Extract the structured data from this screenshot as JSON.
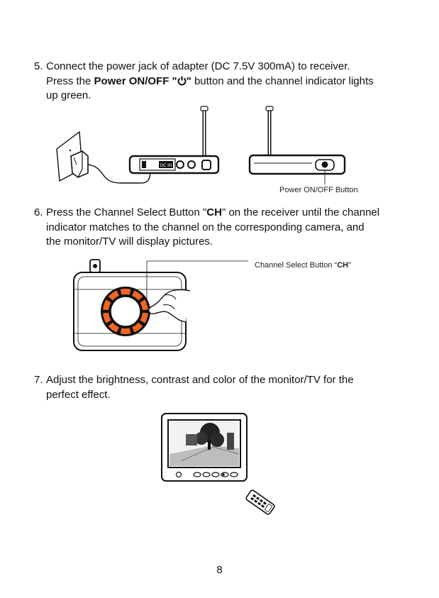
{
  "steps": [
    {
      "number": "5.",
      "line1": "Connect the power jack of adapter (DC 7.5V 300mA) to receiver.",
      "line2_prefix": "Press the ",
      "line2_bold": "Power ON/OFF \"",
      "line2_bold_end": "\"",
      "line2_suffix": " button and the channel indicator lights",
      "line3": "up green."
    },
    {
      "number": "6.",
      "line1_prefix": "Press the Channel Select Button \"",
      "line1_bold": "CH",
      "line1_suffix": "\" on the receiver until the channel",
      "line2": "indicator matches to the channel on the corresponding camera, and",
      "line3": "the monitor/TV will display pictures."
    },
    {
      "number": "7.",
      "line1": "Adjust the brightness, contrast and color of the monitor/TV for the",
      "line2": "perfect effect."
    }
  ],
  "captions": {
    "power_button_prefix": "Power ON/OFF Button",
    "channel_button_prefix": "Channel Select Button “",
    "channel_button_bold": "CH",
    "channel_button_suffix": "\""
  },
  "receiver_labels": {
    "dc_in": "DC IN"
  },
  "page_number": "8",
  "icons": [
    "power-icon",
    "wall-outlet-icon",
    "adapter-plug-icon",
    "receiver-icon",
    "antenna-icon",
    "finger-icon",
    "tv-monitor-icon",
    "remote-control-icon"
  ],
  "colors": {
    "channel_ring": "#f26522",
    "line": "#111111"
  }
}
